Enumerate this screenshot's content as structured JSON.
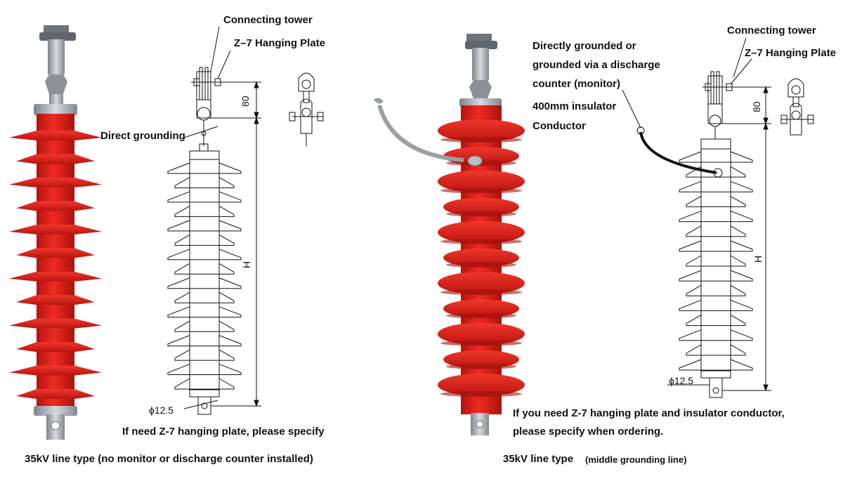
{
  "colors": {
    "insulator_red": "#e3201b",
    "insulator_red_dark": "#b3140f",
    "metal_grey": "#9aa0a6",
    "line": "#111111"
  },
  "left": {
    "labels": {
      "connecting_tower": "Connecting tower",
      "hanging_plate": "Z–7 Hanging Plate",
      "direct_grounding": "Direct grounding",
      "dim_80": "80",
      "dim_h": "H",
      "diameter": "ϕ12.5",
      "note": "If need Z-7 hanging plate, please specify",
      "caption": "35kV line type (no monitor or discharge counter installed)"
    },
    "shed_count": 12
  },
  "right": {
    "labels": {
      "connecting_tower": "Connecting tower",
      "hanging_plate": "Z–7 Hanging Plate",
      "grounded_line1": "Directly grounded or",
      "grounded_line2": "grounded via a discharge",
      "grounded_line3": "counter (monitor)",
      "insulator_400": "400mm insulator",
      "conductor": "Conductor",
      "dim_80": "80",
      "dim_h": "H",
      "diameter": "ϕ12.5",
      "note_line1": "If you need Z-7 hanging plate and insulator conductor,",
      "note_line2": "please specify when ordering.",
      "caption_main": "35kV line type",
      "caption_sub": "(middle grounding line)"
    },
    "shed_count": 11
  }
}
